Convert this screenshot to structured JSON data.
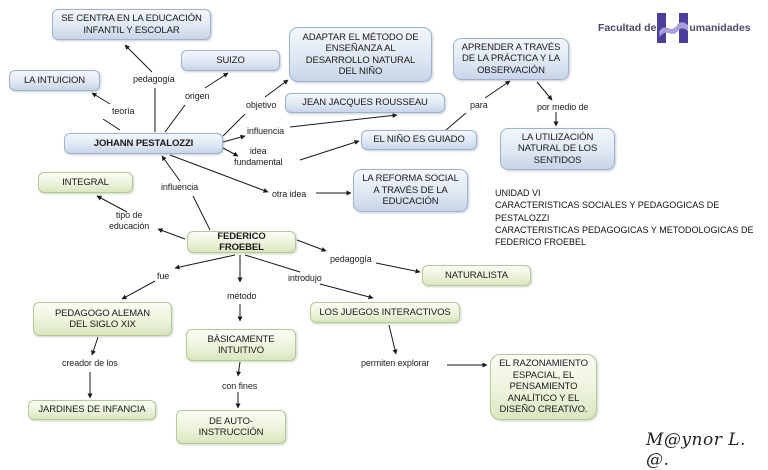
{
  "logo": {
    "prefix": "Facultad de",
    "suffix": "umanidades",
    "mark_color": "#4b3f9c",
    "accent_color": "#a99fd8"
  },
  "nodes": {
    "se_centra": "SE CENTRA EN LA EDUCACIÓN\nINFANTIL Y ESCOLAR",
    "suizo": "SUIZO",
    "la_intuicion": "LA INTUICION",
    "adaptar": "ADAPTAR EL MÉTODO DE\nENSEÑANZA AL\nDESARROLLO NATURAL\nDEL NIÑO",
    "rousseau": "JEAN JACQUES ROUSSEAU",
    "aprender": "APRENDER A TRAVÉS\nDE LA PRÁCTICA Y LA\nOBSERVACIÓN",
    "utilizacion": "LA UTILIZACIÓN\nNATURAL DE LOS\nSENTIDOS",
    "pestalozzi": "JOHANN PESTALOZZI",
    "nino_guiado": "EL NIÑO ES GUIADO",
    "integral": "INTEGRAL",
    "reforma": "LA REFORMA SOCIAL\nA TRAVÉS DE LA\nEDUCACIÓN",
    "froebel": "FEDERICO FROEBEL",
    "naturalista": "NATURALISTA",
    "pedagogo": "PEDAGOGO ALEMAN\nDEL SIGLO XIX",
    "juegos": "LOS JUEGOS INTERACTIVOS",
    "basicamente": "BÁSICAMENTE\nINTUITIVO",
    "jardines": "JARDINES DE INFANCIA",
    "auto": "DE AUTO-\nINSTRUCCIÓN",
    "razonamiento": "EL RAZONAMIENTO\nESPACIAL, EL\nPENSAMIENTO\nANALÍTICO Y EL\nDISEÑO CREATIVO."
  },
  "labels": {
    "pedagogia_1": "pedagogía",
    "teoria": "teoría",
    "origen": "origen",
    "objetivo": "objetivo",
    "influencia_1": "influencia",
    "idea_fundamental": "idea\nfundamental",
    "para": "para",
    "por_medio_de": "por medio de",
    "influencia_2": "influencia",
    "otra_idea": "otra idea",
    "tipo_educacion": "tipo de\neducación",
    "fue": "fue",
    "metodo": "método",
    "introdujo": "introdujo",
    "pedagogia_2": "pedagogía",
    "creador_de_los": "creador de los",
    "con_fines": "con fines",
    "permiten_explorar": "permiten explorar"
  },
  "info": {
    "lines": [
      "UNIDAD VI",
      "CARACTERISTICAS SOCIALES Y PEDAGOGICAS DE",
      "PESTALOZZI",
      "CARACTERISTICAS PEDAGOGICAS Y METODOLOGICAS DE",
      "FEDERICO FROEBEL"
    ]
  },
  "signature": "M@ynor L. @.",
  "colors": {
    "blue_border": "#9fb3cf",
    "green_border": "#b5c89a",
    "arrow": "#1a1a1a"
  }
}
